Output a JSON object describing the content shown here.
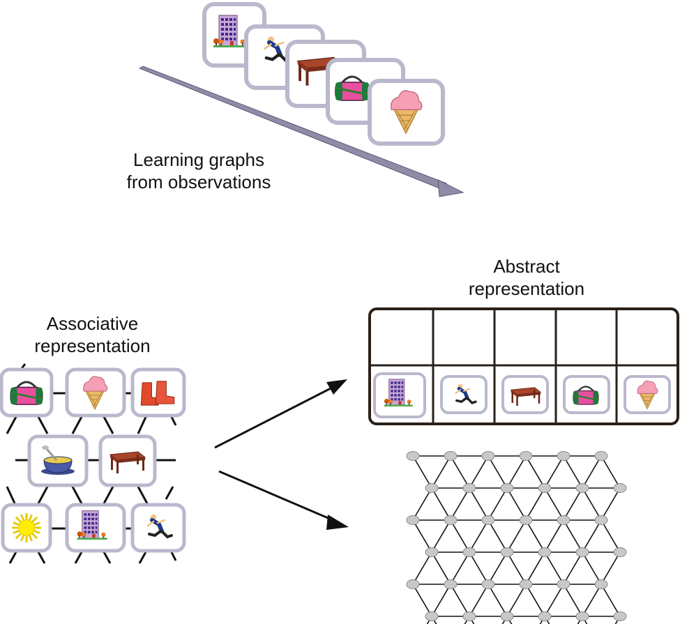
{
  "top": {
    "caption_lines": [
      "Learning graphs",
      "from observations"
    ],
    "sequence_icons": [
      "building-icon",
      "runner-icon",
      "table-icon",
      "bag-icon",
      "ice-cream-icon"
    ]
  },
  "associative": {
    "title_lines": [
      "Associative",
      "representation"
    ],
    "icons": [
      "bag-icon",
      "ice-cream-icon",
      "boots-icon",
      "soup-bowl-icon",
      "table-icon",
      "sun-icon",
      "building-icon",
      "runner-icon"
    ]
  },
  "abstract": {
    "title_lines": [
      "Abstract",
      "representation"
    ],
    "positions": [
      "1",
      "2",
      "3",
      "4",
      "5"
    ],
    "icons": [
      "building-icon",
      "runner-icon",
      "table-icon",
      "bag-icon",
      "ice-cream-icon"
    ]
  },
  "lattice": {
    "rows": 6,
    "cols": 6
  },
  "colors": {
    "card_border": "#b9b8cc",
    "arrow_fill": "#8f8ca8",
    "node_fill": "#c8c8c8",
    "line": "#111111"
  }
}
